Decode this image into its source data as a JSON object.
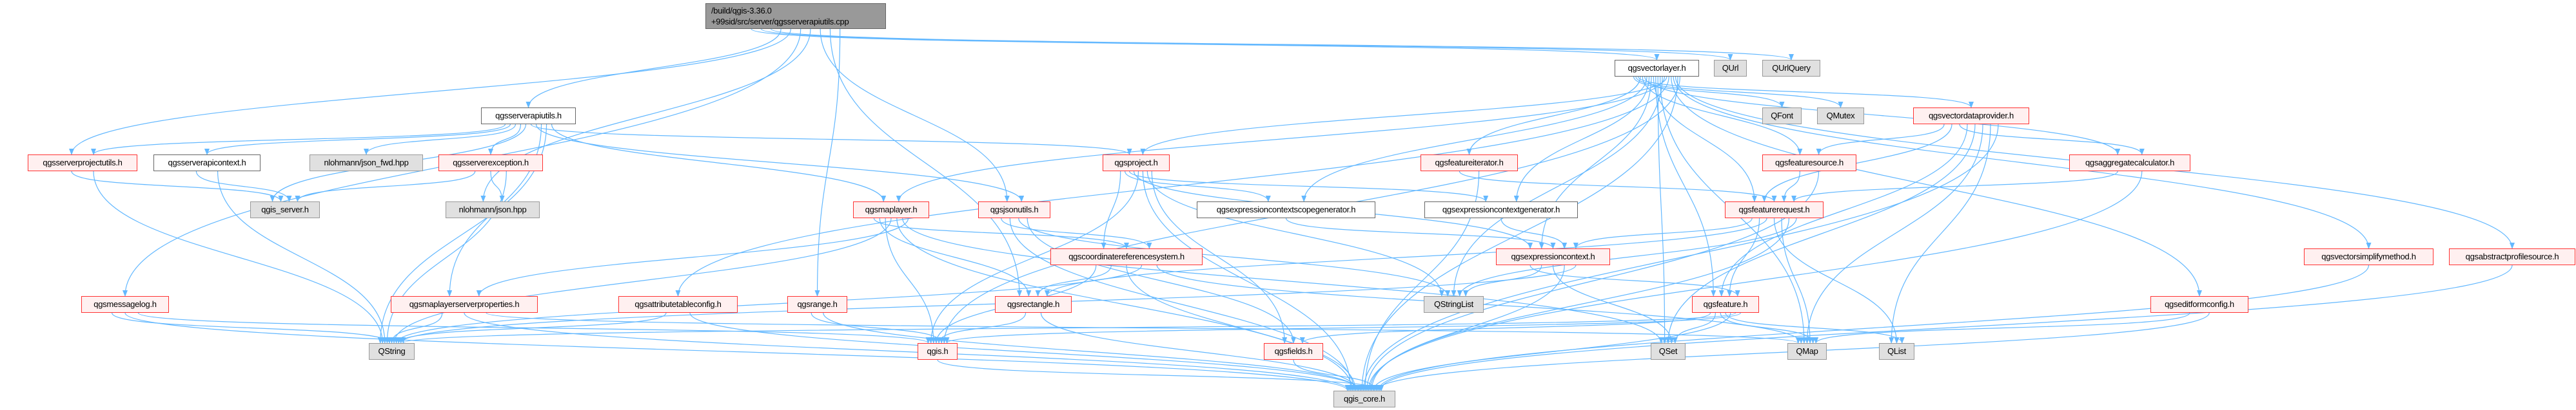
{
  "title": "Include dependency graph for qgsserverapiutils.cpp",
  "colors": {
    "edge": "#63b8ff",
    "red_border": "#ff3333",
    "red_fill": "#fff0f0",
    "gray_fill": "#e0e0e0",
    "main_fill": "#999999"
  },
  "main_file": {
    "line1": "/build/qgis-3.36.0",
    "line2": "+99sid/src/server/qgsserverapiutils.cpp"
  },
  "nodes": [
    {
      "id": "vectorlayer",
      "label": "qgsvectorlayer.h",
      "style": "white"
    },
    {
      "id": "qurl",
      "label": "QUrl",
      "style": "gray"
    },
    {
      "id": "qurlquery",
      "label": "QUrlQuery",
      "style": "gray"
    },
    {
      "id": "serverapiutils",
      "label": "qgsserverapiutils.h",
      "style": "white"
    },
    {
      "id": "qfont",
      "label": "QFont",
      "style": "gray"
    },
    {
      "id": "qmutex",
      "label": "QMutex",
      "style": "gray"
    },
    {
      "id": "vectordataprovider",
      "label": "qgsvectordataprovider.h",
      "style": "red"
    },
    {
      "id": "serverprojectutils",
      "label": "qgsserverprojectutils.h",
      "style": "red"
    },
    {
      "id": "serverapicontext",
      "label": "qgsserverapicontext.h",
      "style": "white"
    },
    {
      "id": "jsonfwd",
      "label": "nlohmann/json_fwd.hpp",
      "style": "gray"
    },
    {
      "id": "serverexception",
      "label": "qgsserverexception.h",
      "style": "red"
    },
    {
      "id": "project",
      "label": "qgsproject.h",
      "style": "red"
    },
    {
      "id": "featureiterator",
      "label": "qgsfeatureiterator.h",
      "style": "red"
    },
    {
      "id": "featuresource",
      "label": "qgsfeaturesource.h",
      "style": "red"
    },
    {
      "id": "aggregatecalculator",
      "label": "qgsaggregatecalculator.h",
      "style": "red"
    },
    {
      "id": "qgisserver",
      "label": "qgis_server.h",
      "style": "gray"
    },
    {
      "id": "json",
      "label": "nlohmann/json.hpp",
      "style": "gray"
    },
    {
      "id": "maplayer",
      "label": "qgsmaplayer.h",
      "style": "red"
    },
    {
      "id": "jsonutils",
      "label": "qgsjsonutils.h",
      "style": "red"
    },
    {
      "id": "exprscopegen",
      "label": "qgsexpressioncontextscopegenerator.h",
      "style": "white"
    },
    {
      "id": "exprgen",
      "label": "qgsexpressioncontextgenerator.h",
      "style": "white"
    },
    {
      "id": "featurerequest",
      "label": "qgsfeaturerequest.h",
      "style": "red"
    },
    {
      "id": "crs",
      "label": "qgscoordinatereferencesystem.h",
      "style": "red"
    },
    {
      "id": "exprcontext",
      "label": "qgsexpressioncontext.h",
      "style": "red"
    },
    {
      "id": "simplify",
      "label": "qgsvectorsimplifymethod.h",
      "style": "red"
    },
    {
      "id": "profilesource",
      "label": "qgsabstractprofilesource.h",
      "style": "red"
    },
    {
      "id": "messagelog",
      "label": "qgsmessagelog.h",
      "style": "red"
    },
    {
      "id": "mlserverprops",
      "label": "qgsmaplayerserverproperties.h",
      "style": "red"
    },
    {
      "id": "attrtableconfig",
      "label": "qgsattributetableconfig.h",
      "style": "red"
    },
    {
      "id": "range",
      "label": "qgsrange.h",
      "style": "red"
    },
    {
      "id": "rectangle",
      "label": "qgsrectangle.h",
      "style": "red"
    },
    {
      "id": "qstringlist",
      "label": "QStringList",
      "style": "gray"
    },
    {
      "id": "feature",
      "label": "qgsfeature.h",
      "style": "red"
    },
    {
      "id": "editformconfig",
      "label": "qgseditformconfig.h",
      "style": "red"
    },
    {
      "id": "qstring",
      "label": "QString",
      "style": "gray"
    },
    {
      "id": "qgis",
      "label": "qgis.h",
      "style": "red"
    },
    {
      "id": "fields",
      "label": "qgsfields.h",
      "style": "red"
    },
    {
      "id": "qset",
      "label": "QSet",
      "style": "gray"
    },
    {
      "id": "qmap",
      "label": "QMap",
      "style": "gray"
    },
    {
      "id": "qlist",
      "label": "QList",
      "style": "gray"
    },
    {
      "id": "qgiscore",
      "label": "qgis_core.h",
      "style": "gray"
    }
  ],
  "edges": [
    [
      "main",
      "vectorlayer"
    ],
    [
      "main",
      "qurl"
    ],
    [
      "main",
      "qurlquery"
    ],
    [
      "main",
      "serverapiutils"
    ],
    [
      "main",
      "serverprojectutils"
    ],
    [
      "main",
      "messagelog"
    ],
    [
      "main",
      "json"
    ],
    [
      "main",
      "jsonutils"
    ],
    [
      "main",
      "rectangle"
    ],
    [
      "main",
      "range"
    ],
    [
      "serverapiutils",
      "serverprojectutils"
    ],
    [
      "serverapiutils",
      "serverapicontext"
    ],
    [
      "serverapiutils",
      "jsonfwd"
    ],
    [
      "serverapiutils",
      "serverexception"
    ],
    [
      "serverapiutils",
      "qgisserver"
    ],
    [
      "serverapiutils",
      "project"
    ],
    [
      "serverapiutils",
      "jsonutils"
    ],
    [
      "serverapiutils",
      "mlserverprops"
    ],
    [
      "serverapiutils",
      "qstring"
    ],
    [
      "serverapiutils",
      "maplayer"
    ],
    [
      "serverprojectutils",
      "qgisserver"
    ],
    [
      "serverprojectutils",
      "qstring"
    ],
    [
      "serverapicontext",
      "qgisserver"
    ],
    [
      "serverapicontext",
      "qstring"
    ],
    [
      "serverexception",
      "qgisserver"
    ],
    [
      "serverexception",
      "json"
    ],
    [
      "serverexception",
      "qstring"
    ],
    [
      "messagelog",
      "qstring"
    ],
    [
      "messagelog",
      "qgiscore"
    ],
    [
      "messagelog",
      "qgis"
    ],
    [
      "mlserverprops",
      "qstring"
    ],
    [
      "mlserverprops",
      "qgiscore"
    ],
    [
      "mlserverprops",
      "qmap"
    ],
    [
      "project",
      "crs"
    ],
    [
      "project",
      "exprscopegen"
    ],
    [
      "project",
      "exprgen"
    ],
    [
      "project",
      "exprcontext"
    ],
    [
      "project",
      "qgis"
    ],
    [
      "project",
      "qgiscore"
    ],
    [
      "project",
      "qstringlist"
    ],
    [
      "project",
      "fields"
    ],
    [
      "maplayer",
      "crs"
    ],
    [
      "maplayer",
      "rectangle"
    ],
    [
      "maplayer",
      "qgis"
    ],
    [
      "maplayer",
      "qstring"
    ],
    [
      "maplayer",
      "qgiscore"
    ],
    [
      "maplayer",
      "qset"
    ],
    [
      "maplayer",
      "mlserverprops"
    ],
    [
      "jsonutils",
      "crs"
    ],
    [
      "jsonutils",
      "qgiscore"
    ],
    [
      "jsonutils",
      "qstringlist"
    ],
    [
      "jsonutils",
      "fields"
    ],
    [
      "crs",
      "qgis"
    ],
    [
      "crs",
      "rectangle"
    ],
    [
      "crs",
      "qgiscore"
    ],
    [
      "crs",
      "qstring"
    ],
    [
      "crs",
      "qmap"
    ],
    [
      "rectangle",
      "qgis"
    ],
    [
      "rectangle",
      "qgiscore"
    ],
    [
      "range",
      "qgis"
    ],
    [
      "range",
      "qgiscore"
    ],
    [
      "attrtableconfig",
      "qstring"
    ],
    [
      "attrtableconfig",
      "qgiscore"
    ],
    [
      "vectorlayer",
      "qfont"
    ],
    [
      "vectorlayer",
      "qmutex"
    ],
    [
      "vectorlayer",
      "vectordataprovider"
    ],
    [
      "vectorlayer",
      "featureiterator"
    ],
    [
      "vectorlayer",
      "featuresource"
    ],
    [
      "vectorlayer",
      "aggregatecalculator"
    ],
    [
      "vectorlayer",
      "exprscopegen"
    ],
    [
      "vectorlayer",
      "exprgen"
    ],
    [
      "vectorlayer",
      "exprcontext"
    ],
    [
      "vectorlayer",
      "featurerequest"
    ],
    [
      "vectorlayer",
      "feature"
    ],
    [
      "vectorlayer",
      "qset"
    ],
    [
      "vectorlayer",
      "qmap"
    ],
    [
      "vectorlayer",
      "qstringlist"
    ],
    [
      "vectorlayer",
      "maplayer"
    ],
    [
      "vectorlayer",
      "project"
    ],
    [
      "vectorlayer",
      "attrtableconfig"
    ],
    [
      "vectorlayer",
      "editformconfig"
    ],
    [
      "vectorlayer",
      "simplify"
    ],
    [
      "vectorlayer",
      "profilesource"
    ],
    [
      "vectorlayer",
      "qgiscore"
    ],
    [
      "vectorlayer",
      "qgis"
    ],
    [
      "vectordataprovider",
      "featuresource"
    ],
    [
      "vectordataprovider",
      "featurerequest"
    ],
    [
      "vectordataprovider",
      "aggregatecalculator"
    ],
    [
      "vectordataprovider",
      "feature"
    ],
    [
      "vectordataprovider",
      "qset"
    ],
    [
      "vectordataprovider",
      "qmap"
    ],
    [
      "vectordataprovider",
      "qlist"
    ],
    [
      "vectordataprovider",
      "qgiscore"
    ],
    [
      "featureiterator",
      "featurerequest"
    ],
    [
      "featureiterator",
      "qgiscore"
    ],
    [
      "featuresource",
      "featurerequest"
    ],
    [
      "featuresource",
      "qgiscore"
    ],
    [
      "aggregatecalculator",
      "featurerequest"
    ],
    [
      "aggregatecalculator",
      "qgiscore"
    ],
    [
      "exprscopegen",
      "exprcontext"
    ],
    [
      "exprgen",
      "exprcontext"
    ],
    [
      "featurerequest",
      "exprcontext"
    ],
    [
      "featurerequest",
      "feature"
    ],
    [
      "featurerequest",
      "rectangle"
    ],
    [
      "featurerequest",
      "qlist"
    ],
    [
      "featurerequest",
      "qmap"
    ],
    [
      "featurerequest",
      "qgiscore"
    ],
    [
      "featurerequest",
      "qstringlist"
    ],
    [
      "exprcontext",
      "feature"
    ],
    [
      "exprcontext",
      "qstringlist"
    ],
    [
      "exprcontext",
      "qset"
    ],
    [
      "exprcontext",
      "qgiscore"
    ],
    [
      "exprcontext",
      "qstring"
    ],
    [
      "feature",
      "fields"
    ],
    [
      "feature",
      "qset"
    ],
    [
      "feature",
      "qmap"
    ],
    [
      "feature",
      "qlist"
    ],
    [
      "feature",
      "qgiscore"
    ],
    [
      "feature",
      "qstring"
    ],
    [
      "feature",
      "qgis"
    ],
    [
      "fields",
      "qgiscore"
    ],
    [
      "editformconfig",
      "qmap"
    ],
    [
      "editformconfig",
      "qgiscore"
    ],
    [
      "simplify",
      "qgiscore"
    ],
    [
      "profilesource",
      "qgiscore"
    ],
    [
      "qgis",
      "qgiscore"
    ]
  ]
}
